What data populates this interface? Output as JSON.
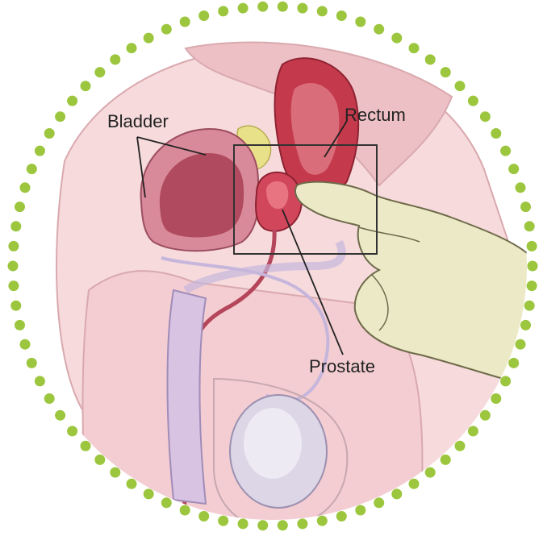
{
  "labels": {
    "bladder": "Bladder",
    "rectum": "Rectum",
    "prostate": "Prostate"
  },
  "colors": {
    "dot_border": "#9cc63d",
    "skin": "#f5d6d8",
    "skin_shadow": "#e8b6bb",
    "bladder_wall": "#d98a9a",
    "bladder_inner": "#b04a5e",
    "rectum": "#c43a4c",
    "prostate": "#d2465c",
    "urethra": "#b5455a",
    "vessel": "#c6b6dc",
    "testis": "#dcd6e6",
    "glove": "#eceac6",
    "glove_outline": "#6e6a4a",
    "seminal": "#e9e08a",
    "text": "#222222"
  }
}
